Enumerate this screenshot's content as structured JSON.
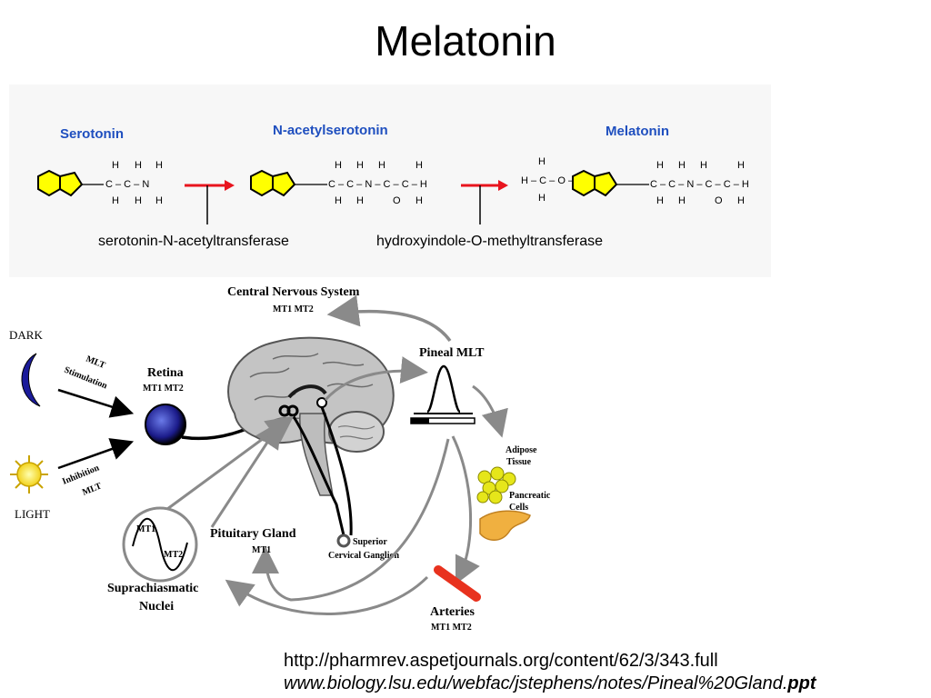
{
  "title": "Melatonin",
  "pathway": {
    "compounds": [
      "Serotonin",
      "N-acetylserotonin",
      "Melatonin"
    ],
    "enzymes": [
      "serotonin-N-acetyltransferase",
      "hydroxyindole-O-methyltransferase"
    ],
    "groups": {
      "h": "H",
      "serotonin_chain": "C – C – N",
      "acetyl_chain": "C – C – N – C – C – H",
      "acetyl_o": "O",
      "methoxy": "H – C – O –"
    }
  },
  "diagram": {
    "cns": "Central Nervous System",
    "cns_receptors": "MT1  MT2",
    "dark": "DARK",
    "light": "LIGHT",
    "mlt_stimulation": [
      "MLT",
      "Stimulation"
    ],
    "inhibition": [
      "Inhibition",
      "MLT"
    ],
    "retina": "Retina",
    "retina_receptors": "MT1 MT2",
    "pineal": "Pineal MLT",
    "adipose": [
      "Adipose",
      "Tissue"
    ],
    "pancreatic": [
      "Pancreatic",
      "Cells"
    ],
    "pituitary": "Pituitary Gland",
    "pituitary_receptors": "MT1",
    "scn_mt1": "MT1",
    "scn_mt2": "MT2",
    "scn": [
      "Suprachiasmatic",
      "Nuclei"
    ],
    "ganglion": [
      "Superior",
      "Cervical Ganglion"
    ],
    "arteries": "Arteries",
    "arteries_receptors": "MT1 MT2"
  },
  "references": {
    "line1": "http://pharmrev.aspetjournals.org/content/62/3/343.full",
    "line2_main": "www.biology.lsu.edu/webfac/jstephens/notes/Pineal%20Gland.",
    "line2_ext": "ppt"
  },
  "colors": {
    "ring": "#ffff00",
    "compound_label": "#1f4fbf",
    "arrow_red": "#e8141e",
    "artery": "#e8321e"
  }
}
